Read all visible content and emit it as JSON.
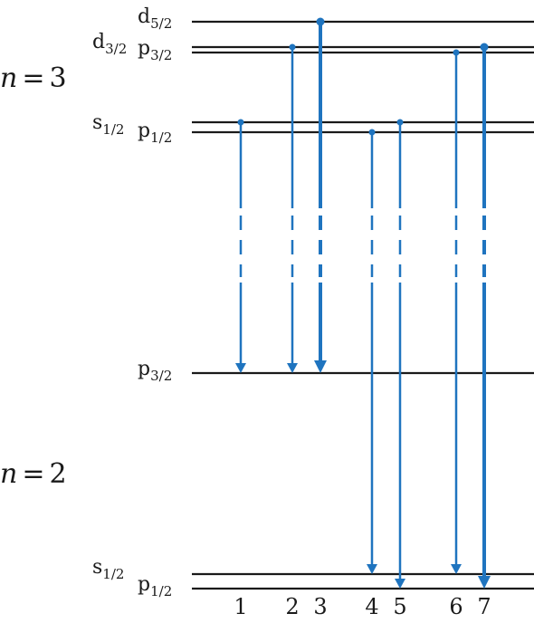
{
  "colors": {
    "arrow": "#1f74bf",
    "line": "#1a1a1a"
  },
  "shells": [
    {
      "id": "n3",
      "n_symbol": "n",
      "eq": "=",
      "value": "3"
    },
    {
      "id": "n2",
      "n_symbol": "n",
      "eq": "=",
      "value": "2"
    }
  ],
  "levels": {
    "n3_d52": {
      "letter": "d",
      "sub": "5/2"
    },
    "n3_d32": {
      "letter": "d",
      "sub": "3/2"
    },
    "n3_p32": {
      "letter": "p",
      "sub": "3/2"
    },
    "n3_s12": {
      "letter": "s",
      "sub": "1/2"
    },
    "n3_p12": {
      "letter": "p",
      "sub": "1/2"
    },
    "n2_p32": {
      "letter": "p",
      "sub": "3/2"
    },
    "n2_s12": {
      "letter": "s",
      "sub": "1/2"
    },
    "n2_p12": {
      "letter": "p",
      "sub": "1/2"
    }
  },
  "transitions": [
    {
      "label": "1",
      "from": "n3_s12",
      "to": "n2_p32",
      "strong": false
    },
    {
      "label": "2",
      "from": "n3_d32",
      "to": "n2_p32",
      "strong": false
    },
    {
      "label": "3",
      "from": "n3_d52",
      "to": "n2_p32",
      "strong": true
    },
    {
      "label": "4",
      "from": "n3_p12",
      "to": "n2_s12",
      "strong": false
    },
    {
      "label": "5",
      "from": "n3_s12",
      "to": "n2_p12",
      "strong": false
    },
    {
      "label": "6",
      "from": "n3_p32",
      "to": "n2_s12",
      "strong": false
    },
    {
      "label": "7",
      "from": "n3_d32",
      "to": "n2_p12",
      "strong": true
    }
  ]
}
